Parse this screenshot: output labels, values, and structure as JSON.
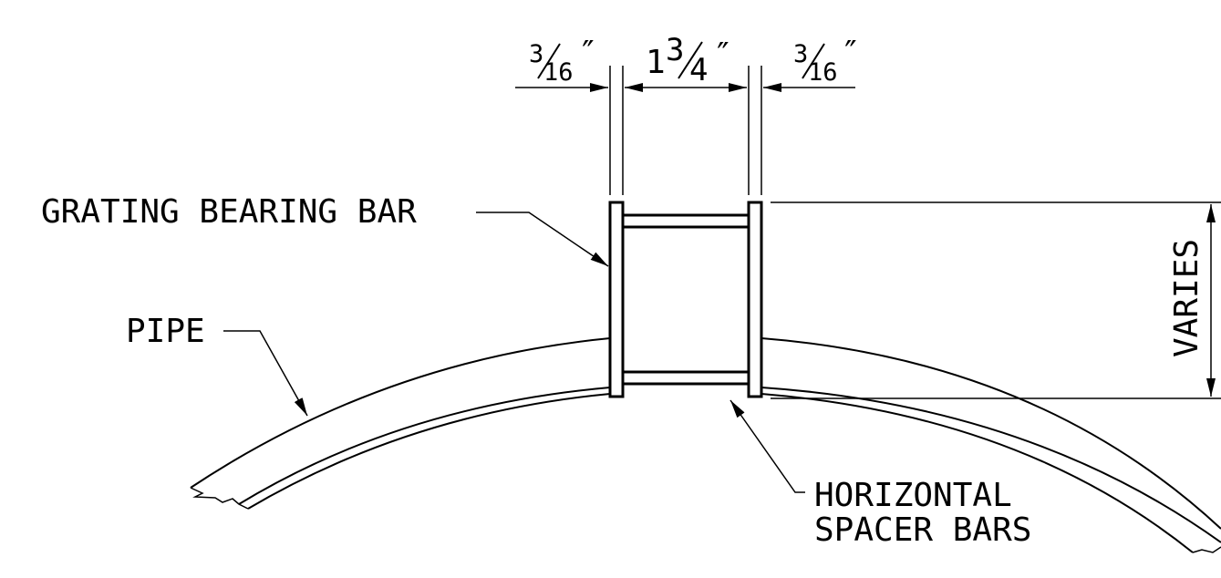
{
  "labels": {
    "grating_bearing_bar": "GRATING BEARING BAR",
    "pipe": "PIPE",
    "varies": "VARIES",
    "horizontal_spacer_bars_line1": "HORIZONTAL",
    "horizontal_spacer_bars_line2": "SPACER BARS"
  },
  "dimensions": {
    "left_thickness": {
      "numerator": "3",
      "denominator": "16",
      "unit": "″"
    },
    "opening": {
      "whole": "1",
      "numerator": "3",
      "denominator": "4",
      "unit": "″"
    },
    "right_thickness": {
      "numerator": "3",
      "denominator": "16",
      "unit": "″"
    }
  },
  "colors": {
    "ink": "#000000",
    "background": "#ffffff"
  }
}
